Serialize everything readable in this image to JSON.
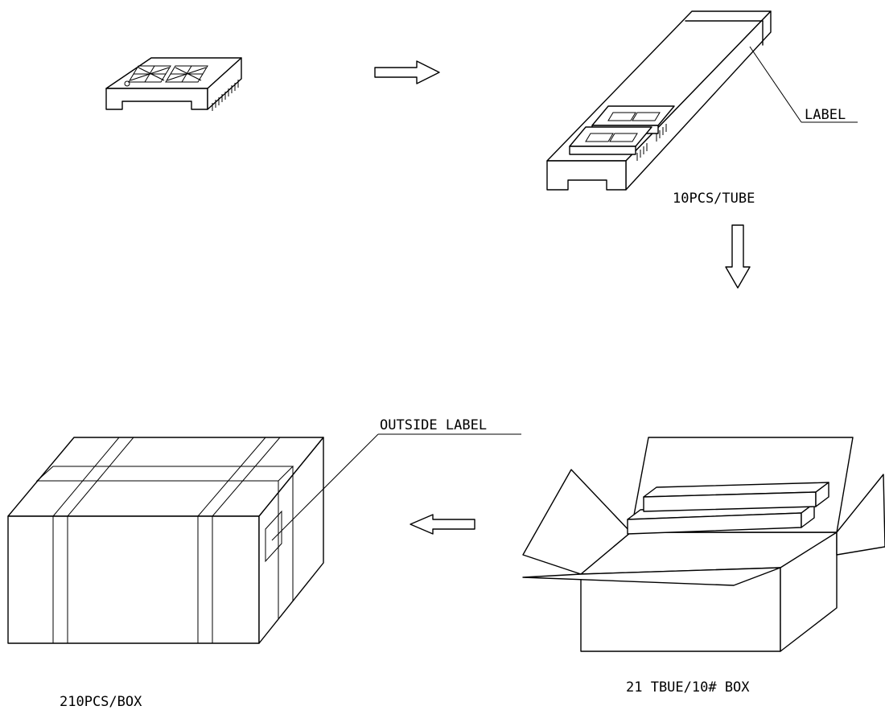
{
  "labels": {
    "tube_label": "LABEL",
    "tube_qty": "10PCS/TUBE",
    "outside_label": "OUTSIDE LABEL",
    "inner_box_qty": "21 TBUE/10# BOX",
    "outer_box_qty": "210PCS/BOX"
  },
  "colors": {
    "line": "#000000",
    "background": "#ffffff"
  },
  "icons": {
    "arrow_1": "arrow-right-icon",
    "arrow_2": "arrow-down-icon",
    "arrow_3": "arrow-left-icon"
  }
}
